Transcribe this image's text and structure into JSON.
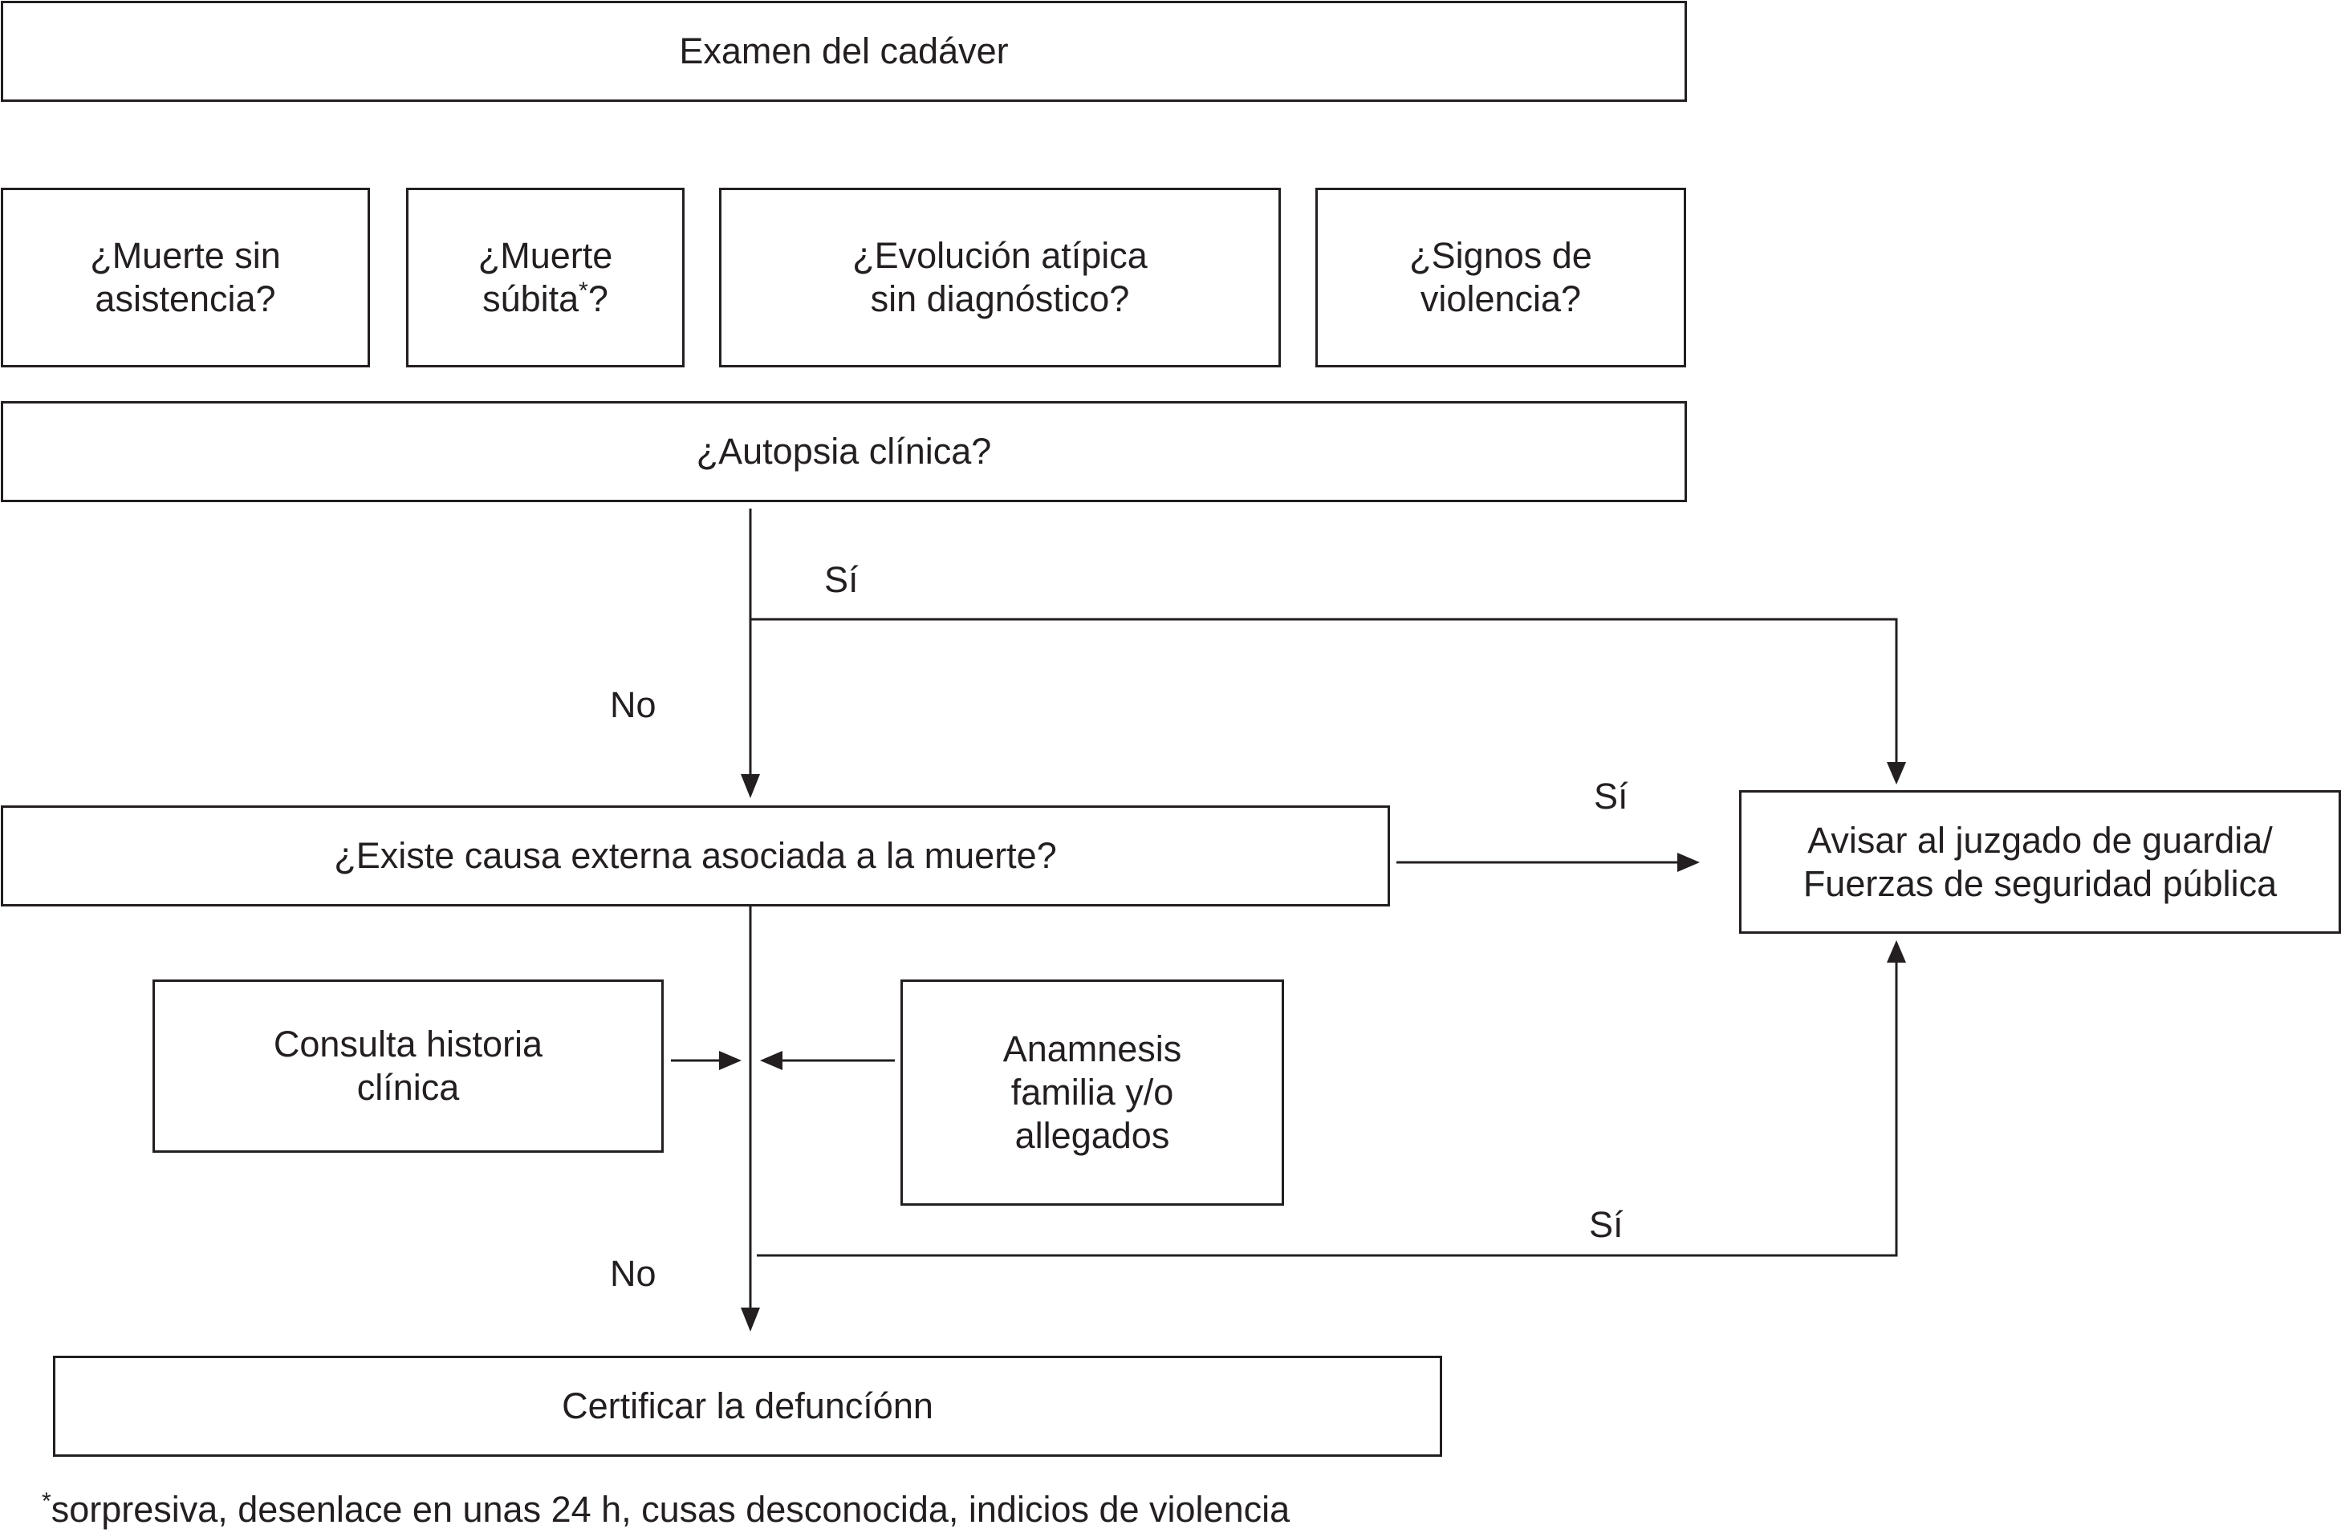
{
  "flowchart": {
    "examen": "Examen del cadáver",
    "questions": [
      "¿Muerte sin\nasistencia?",
      "¿Muerte\nsúbita",
      "¿Evolución atípica\nsin diagnóstico?",
      "¿Signos de\nviolencia?"
    ],
    "q2_marker": "*",
    "q2_suffix": "?",
    "autopsia": "¿Autopsia clínica?",
    "existe": "¿Existe causa externa asociada a la muerte?",
    "avisar": "Avisar al juzgado de guardia/\nFuerzas de seguridad pública",
    "consulta": "Consulta historia\nclínica",
    "anamnesis": "Anamnesis\nfamilia y/o\nallegados",
    "certificar": "Certificar la defuncíónn",
    "labels": {
      "si_1": "Sí",
      "no_1": "No",
      "si_2": "Sí",
      "si_3": "Sí",
      "no_2": "No"
    },
    "footnote_marker": "*",
    "footnote": "sorpresiva, desenlace en unas 24 h, cusas desconocida, indicios de violencia"
  }
}
